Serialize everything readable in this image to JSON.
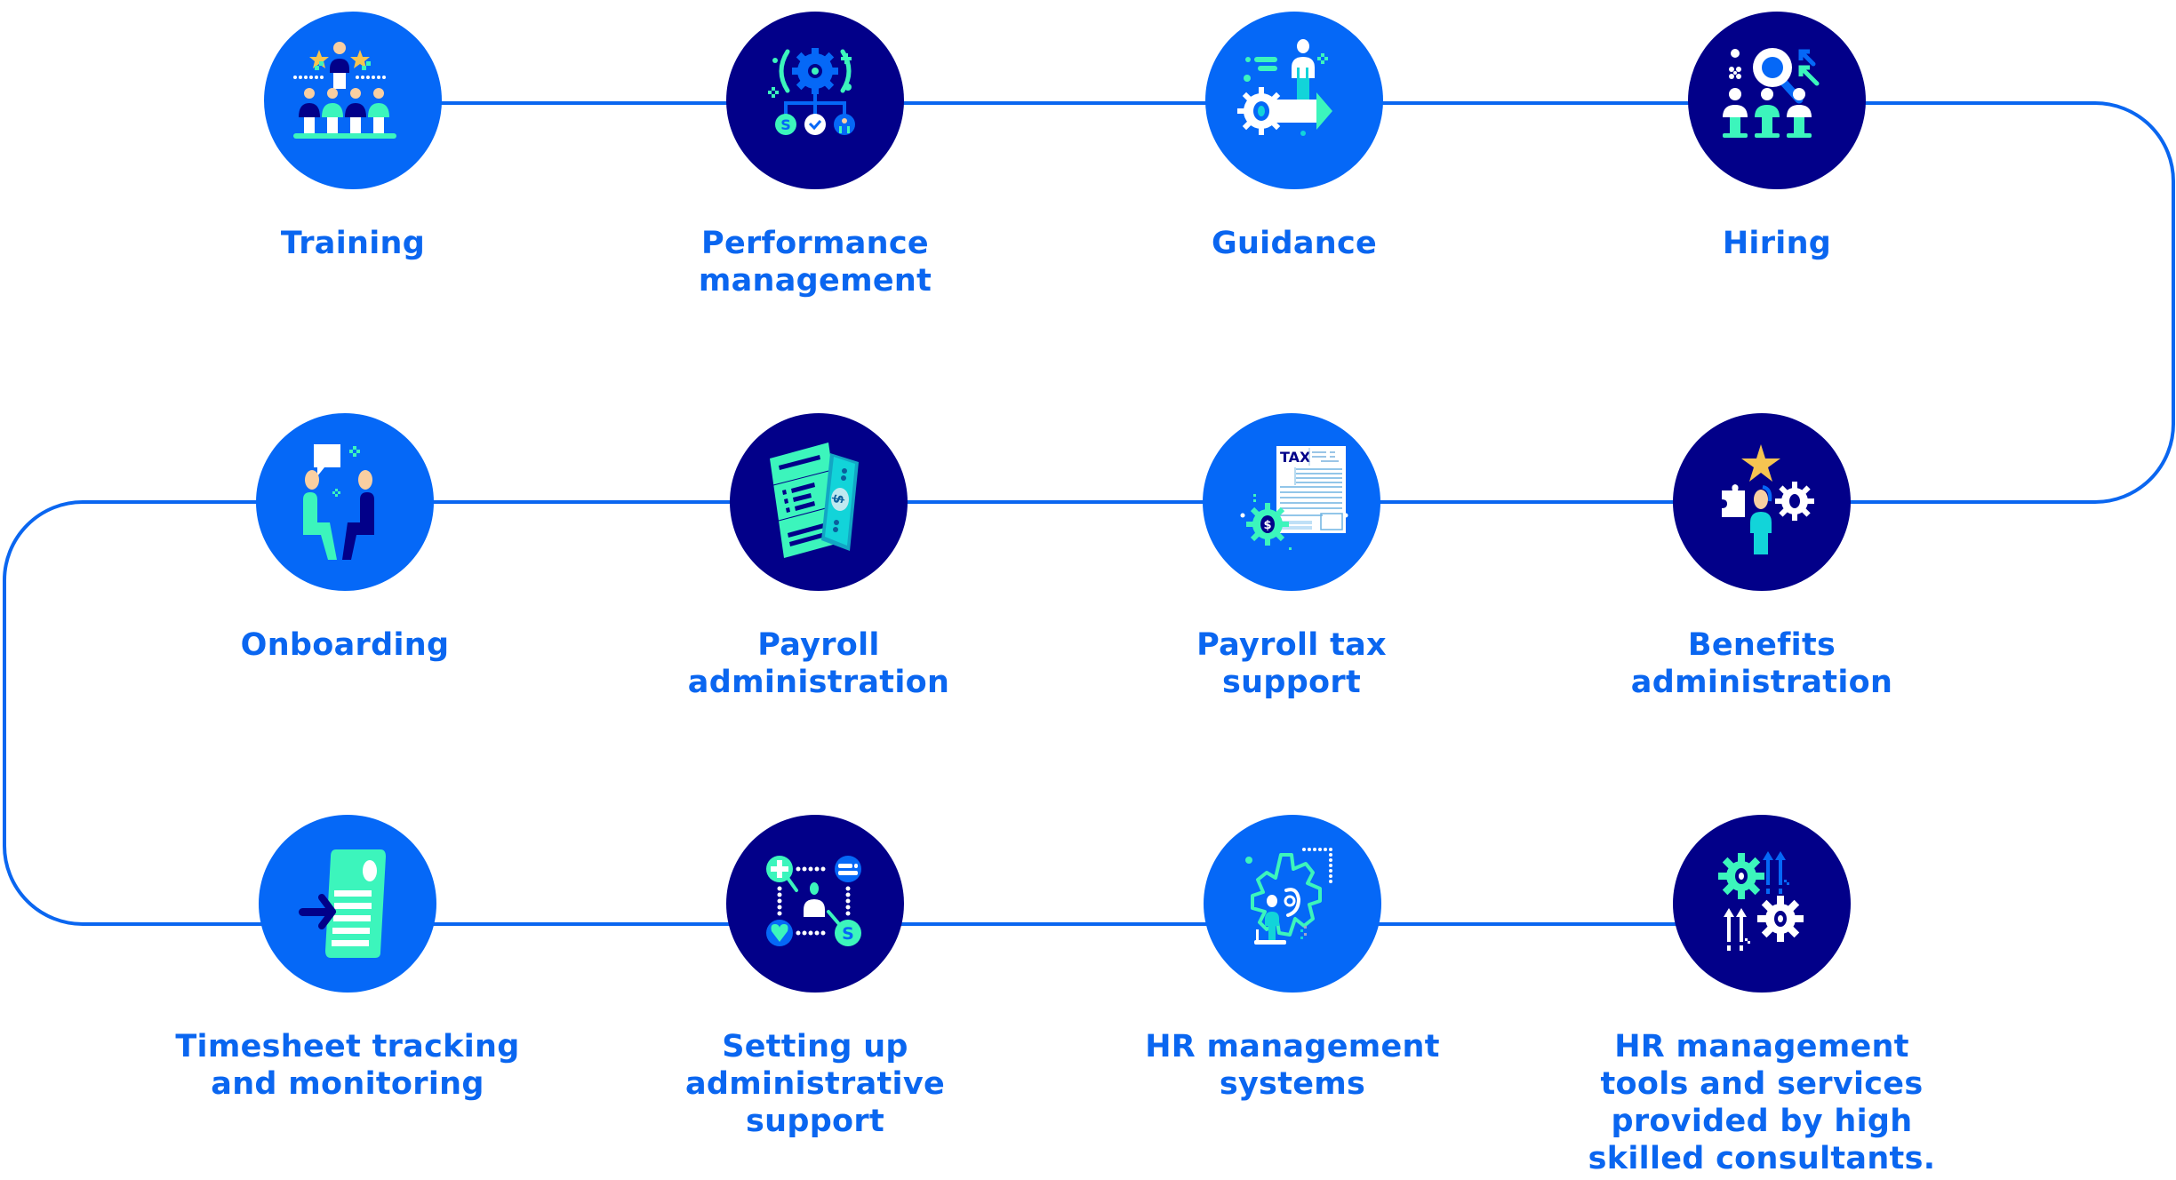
{
  "title": "HR services process flow",
  "colors": {
    "connector": "#0a66f0",
    "circle_light": "#0568f7",
    "circle_dark": "#020089",
    "label": "#0a66f0",
    "accent_mint": "#3cf5bc",
    "accent_cyan": "#12d4d9",
    "accent_star": "#f5c451",
    "skin": "#f9cfa1"
  },
  "steps": [
    {
      "id": "training",
      "icon": "team-training-icon",
      "label_lines": [
        "Training"
      ]
    },
    {
      "id": "performance-management",
      "icon": "gear-hierarchy-icon",
      "label_lines": [
        "Performance",
        "management"
      ]
    },
    {
      "id": "guidance",
      "icon": "person-gear-arrow-icon",
      "label_lines": [
        "Guidance"
      ]
    },
    {
      "id": "hiring",
      "icon": "magnifier-candidates-icon",
      "label_lines": [
        "Hiring"
      ]
    },
    {
      "id": "benefits-administration",
      "icon": "star-puzzle-gear-person-icon",
      "label_lines": [
        "Benefits",
        "administration"
      ]
    },
    {
      "id": "payroll-tax-support",
      "icon": "tax-form-gear-icon",
      "label_lines": [
        "Payroll tax",
        "support"
      ]
    },
    {
      "id": "payroll-administration",
      "icon": "document-banknote-icon",
      "label_lines": [
        "Payroll",
        "administration"
      ]
    },
    {
      "id": "onboarding",
      "icon": "two-people-chat-icon",
      "label_lines": [
        "Onboarding"
      ]
    },
    {
      "id": "timesheet-tracking",
      "icon": "timesheet-document-icon",
      "label_lines": [
        "Timesheet tracking",
        "and monitoring"
      ]
    },
    {
      "id": "administrative-support",
      "icon": "admin-network-icon",
      "label_lines": [
        "Setting up",
        "administrative",
        "support"
      ]
    },
    {
      "id": "hr-management-systems",
      "icon": "gear-person-system-icon",
      "label_lines": [
        "HR management",
        "systems"
      ]
    },
    {
      "id": "hr-management-tools",
      "icon": "gears-arrows-icon",
      "label_lines": [
        "HR management",
        "tools and services",
        "provided by high",
        "skilled consultants."
      ]
    }
  ],
  "tax_form_text": "TAX"
}
